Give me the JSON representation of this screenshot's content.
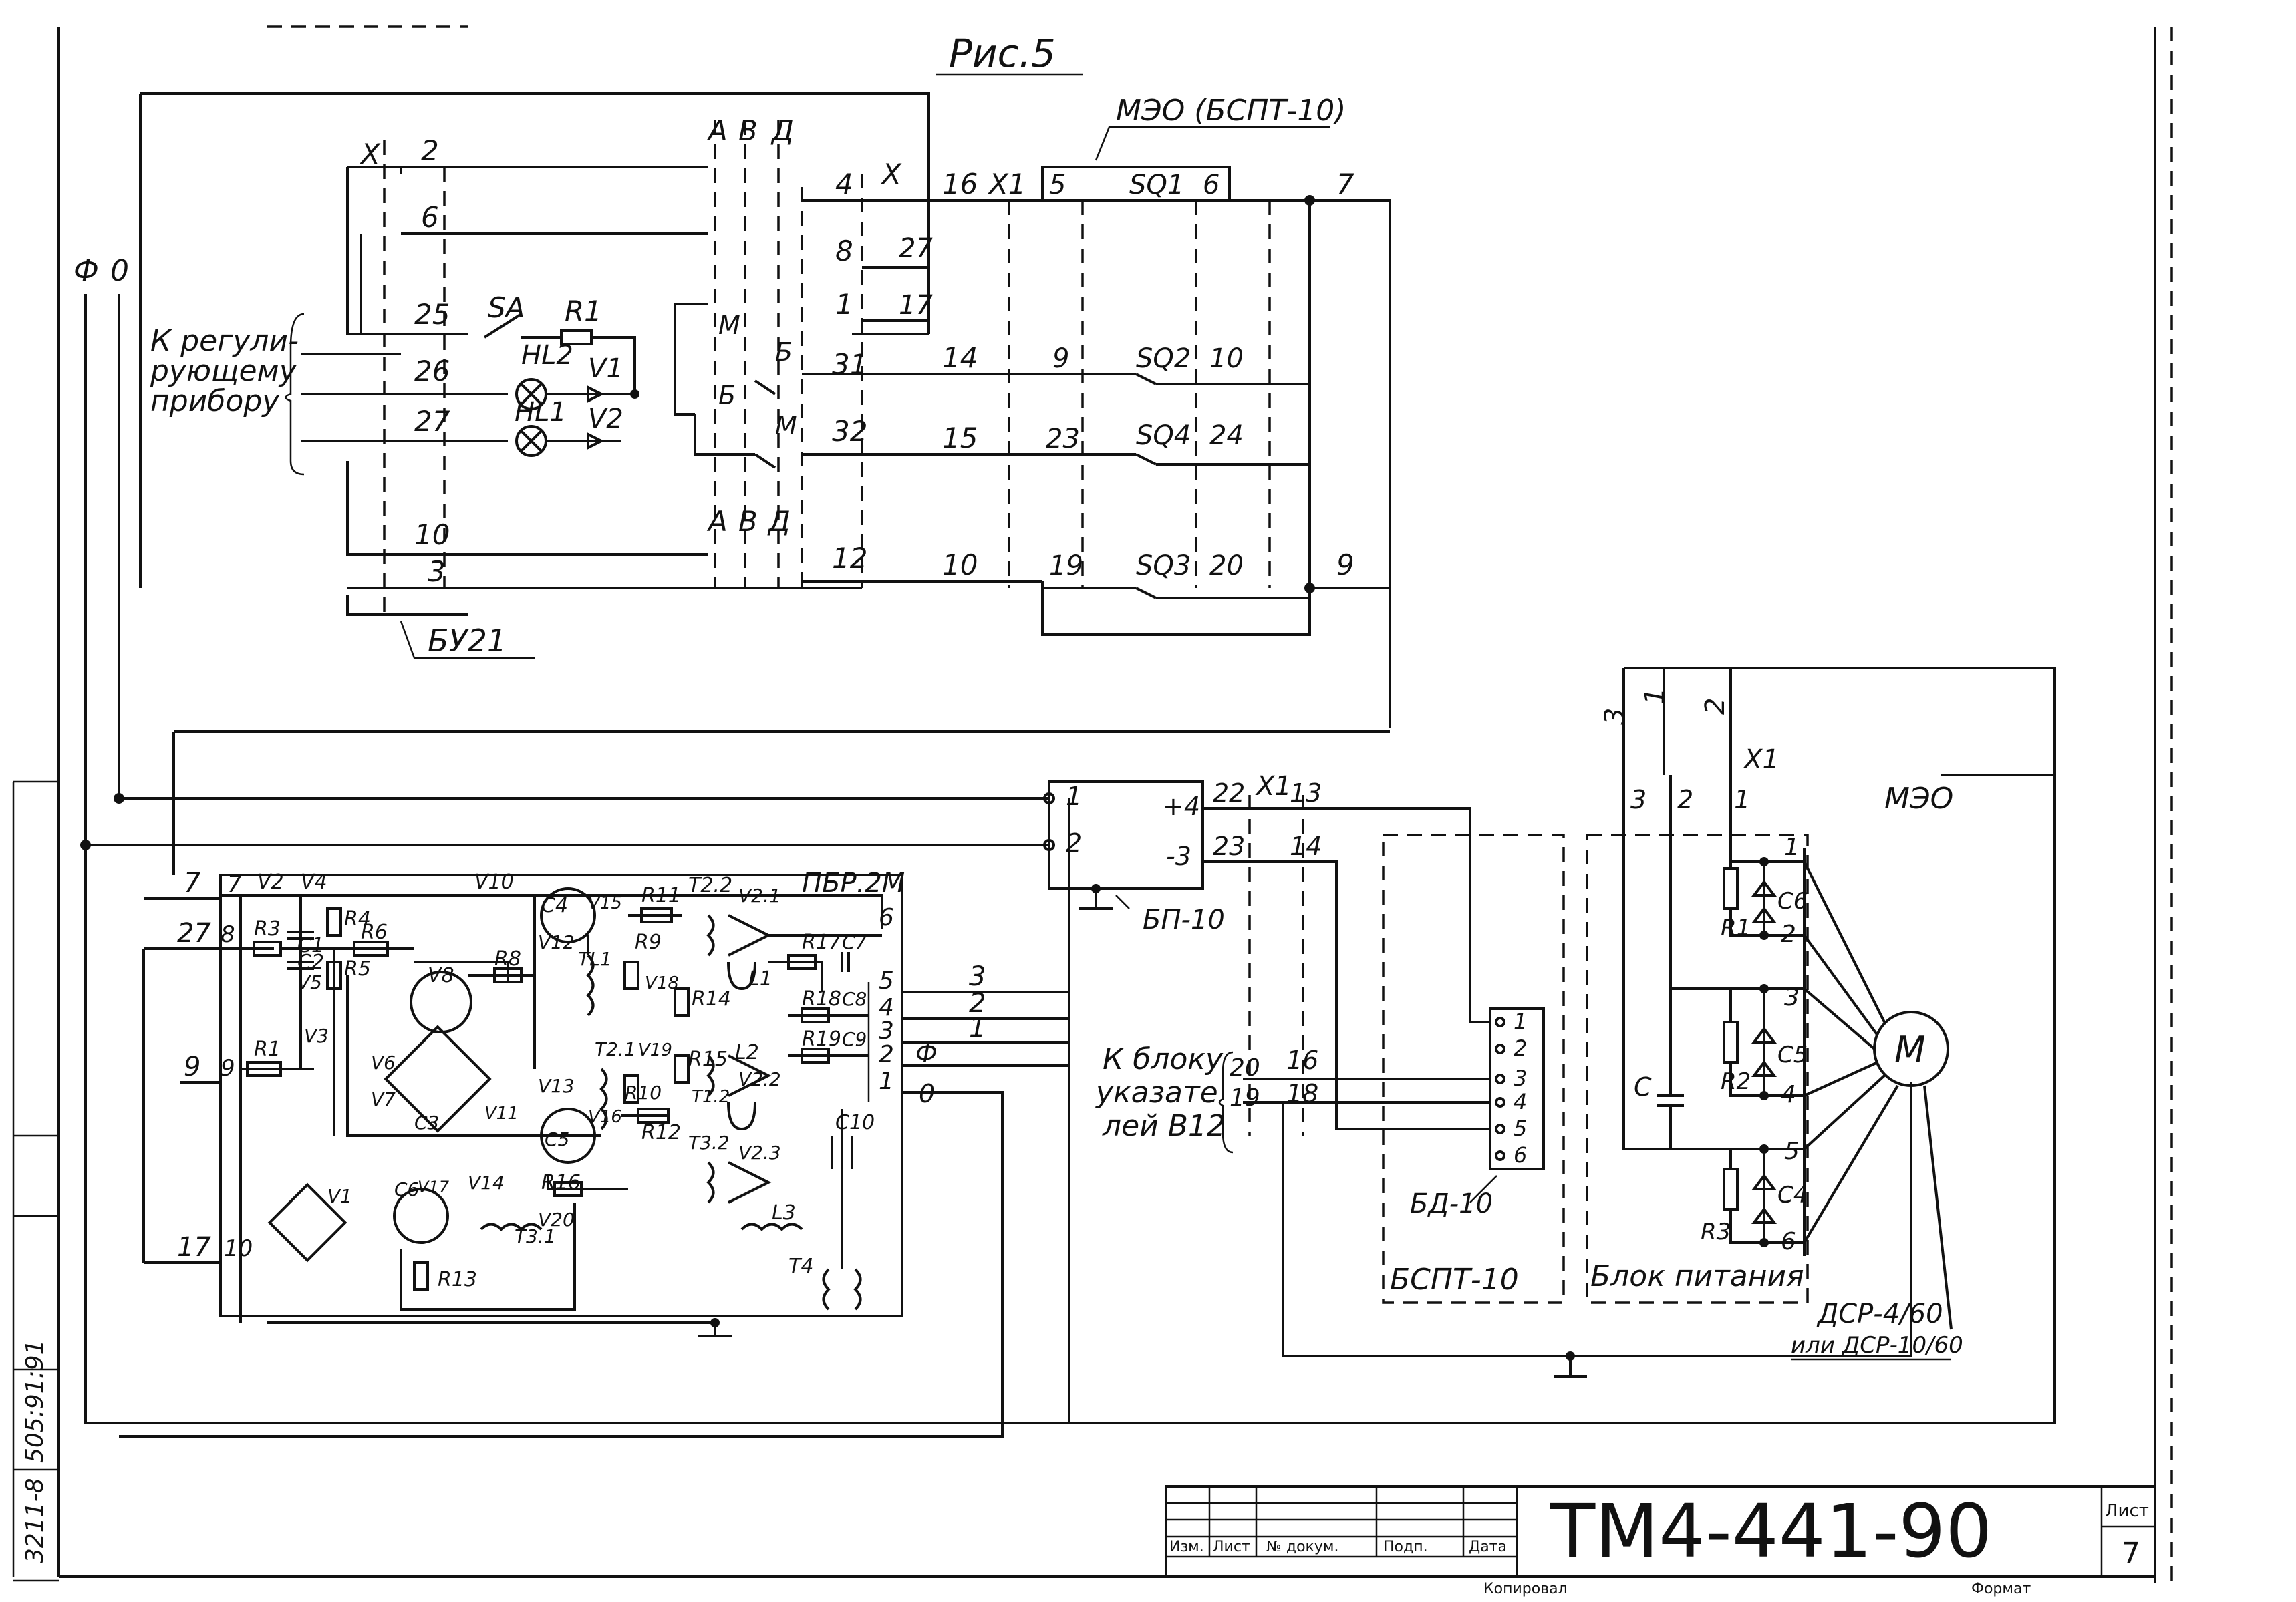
{
  "figure": {
    "caption": "Рис.5"
  },
  "side_strip": {
    "text_1": "3211-8",
    "text_2": "505:91:91"
  },
  "upper_block": {
    "unit_label": "БУ21",
    "actuator_label": "МЭО (БСПТ-10)",
    "to_regulator": [
      "К регули-",
      "рующему",
      "прибору"
    ],
    "x_label": "X",
    "x1_label": "X1",
    "terminals_left": [
      "2",
      "6",
      "25",
      "26",
      "27",
      "10",
      "3"
    ],
    "terminals_right": [
      "4",
      "8",
      "1",
      "31",
      "32",
      "12"
    ],
    "wires_right": [
      "27",
      "17"
    ],
    "wire_numbers": [
      "16",
      "14",
      "15",
      "10",
      "7",
      "9"
    ],
    "switch_terminals": [
      "5",
      "6",
      "9",
      "10",
      "23",
      "24",
      "19",
      "20"
    ],
    "switches": [
      "SQ1",
      "SQ2",
      "SQ4",
      "SQ3"
    ],
    "positions": [
      "А",
      "В",
      "Д"
    ],
    "mode_labels": [
      "М",
      "Б",
      "Б",
      "М"
    ],
    "components": [
      "SA",
      "R1",
      "HL2",
      "V1",
      "HL1",
      "V2"
    ],
    "phase_labels": [
      "Ф",
      "0"
    ]
  },
  "amplifier": {
    "title": "ПБР.2М",
    "terminals_left": [
      "7",
      "27",
      "9",
      "17"
    ],
    "internal_nodes": [
      "7",
      "8",
      "9",
      "10"
    ],
    "terminals_right": [
      "6",
      "5",
      "4",
      "3",
      "2",
      "1"
    ],
    "wire_numbers": [
      "3",
      "2",
      "1",
      "Ф",
      "0"
    ],
    "components": [
      "V2",
      "V4",
      "V10",
      "C4",
      "V15",
      "R11",
      "T2.2",
      "V2.1",
      "R3",
      "C1",
      "R4",
      "R6",
      "V12",
      "TL1",
      "R9",
      "V18",
      "R14",
      "R17",
      "C7",
      "L1",
      "C2",
      "R5",
      "V5",
      "V3",
      "V8",
      "R8",
      "R18",
      "C8",
      "R1",
      "V6",
      "V7",
      "V13",
      "T2.1",
      "V19",
      "R15",
      "L2",
      "V2.2",
      "R19",
      "C9",
      "R10",
      "T1.2",
      "C3",
      "V11",
      "C5",
      "V16",
      "R12",
      "T3.2",
      "V2.3",
      "C10",
      "C6",
      "V17",
      "V14",
      "R16",
      "V1",
      "T3.1",
      "V20",
      "L3",
      "R13",
      "T4"
    ]
  },
  "power_unit": {
    "label": "БП-10",
    "inputs": [
      "1",
      "2"
    ],
    "outputs": [
      "+4",
      "-3"
    ],
    "wires": [
      "22",
      "23"
    ]
  },
  "indicator": {
    "text": [
      "К блоку",
      "указате",
      "лей В12"
    ],
    "wires": [
      "20",
      "19"
    ]
  },
  "connector_x1_mid": {
    "label": "X1",
    "pins": [
      "13",
      "14",
      "16",
      "18"
    ]
  },
  "sensor": {
    "label": "БД-10",
    "pins": [
      "1",
      "2",
      "3",
      "4",
      "5",
      "6"
    ]
  },
  "bspt_label": "БСПТ-10",
  "power_block_label": "Блок питания",
  "meo": {
    "label": "МЭО",
    "x1_label": "X1",
    "top_wires": [
      "3",
      "1",
      "2"
    ],
    "pins": [
      "3",
      "2",
      "1"
    ],
    "cap_label": "C",
    "resistors": [
      "R1",
      "R2",
      "R3"
    ],
    "capacitors": [
      "C6",
      "C5",
      "C4"
    ],
    "motor_pins": [
      "1",
      "2",
      "3",
      "4",
      "5",
      "6"
    ],
    "motor_label": "M",
    "motor_type_1": "ДСР-4/60",
    "motor_type_2": "или ДСР-10/60"
  },
  "title_block": {
    "doc_number": "ТМ4-441-90",
    "sheet_label": "Лист",
    "sheet_number": "7",
    "col_headers": [
      "Изм.",
      "Лист",
      "№ докум.",
      "Подп.",
      "Дата"
    ],
    "bottom_left": "Копировал",
    "bottom_right": "Формат"
  }
}
